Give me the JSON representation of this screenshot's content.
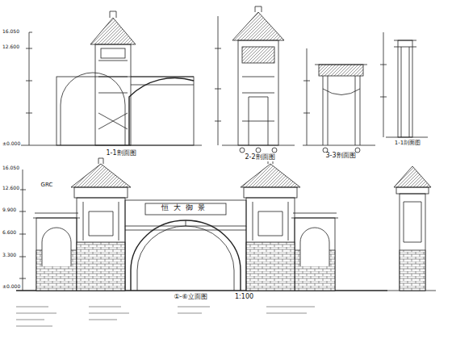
{
  "diagram": {
    "labels": [
      "1-1剖面图",
      "2-2剖面图",
      "3-3剖面图",
      "1-1剖面图",
      "①-⑥立面图",
      "1:100",
      "恒大御景",
      "GRC",
      "16.050",
      "12.600",
      "9.900",
      "6.600",
      "3.300",
      "±0.000",
      "16.050",
      "12.600",
      "±0.000"
    ]
  }
}
